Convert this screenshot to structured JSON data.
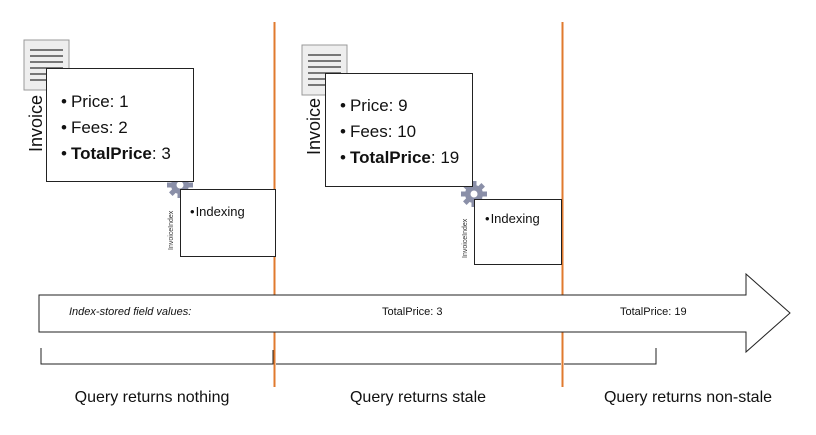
{
  "invoices": [
    {
      "label": "Invoice",
      "price": "Price: 1",
      "fees": "Fees: 2",
      "total_key": "TotalPrice",
      "total_value": ": 3",
      "index_name": "InvoiceIndex",
      "index_text": "Indexing"
    },
    {
      "label": "Invoice",
      "price": "Price: 9",
      "fees": "Fees: 10",
      "total_key": "TotalPrice",
      "total_value": ": 19",
      "index_name": "InvoiceIndex",
      "index_text": "Indexing"
    }
  ],
  "arrow": {
    "heading": "Index-stored field values:",
    "stage2_value": "TotalPrice: 3",
    "stage3_value": "TotalPrice: 19"
  },
  "captions": [
    "Query returns nothing",
    "Query returns stale",
    "Query returns non-stale"
  ],
  "colors": {
    "divider": "#e07a2e",
    "stroke": "#222222",
    "gear": "#8a8fa8"
  },
  "icons": [
    "document-icon",
    "gear-icon"
  ]
}
